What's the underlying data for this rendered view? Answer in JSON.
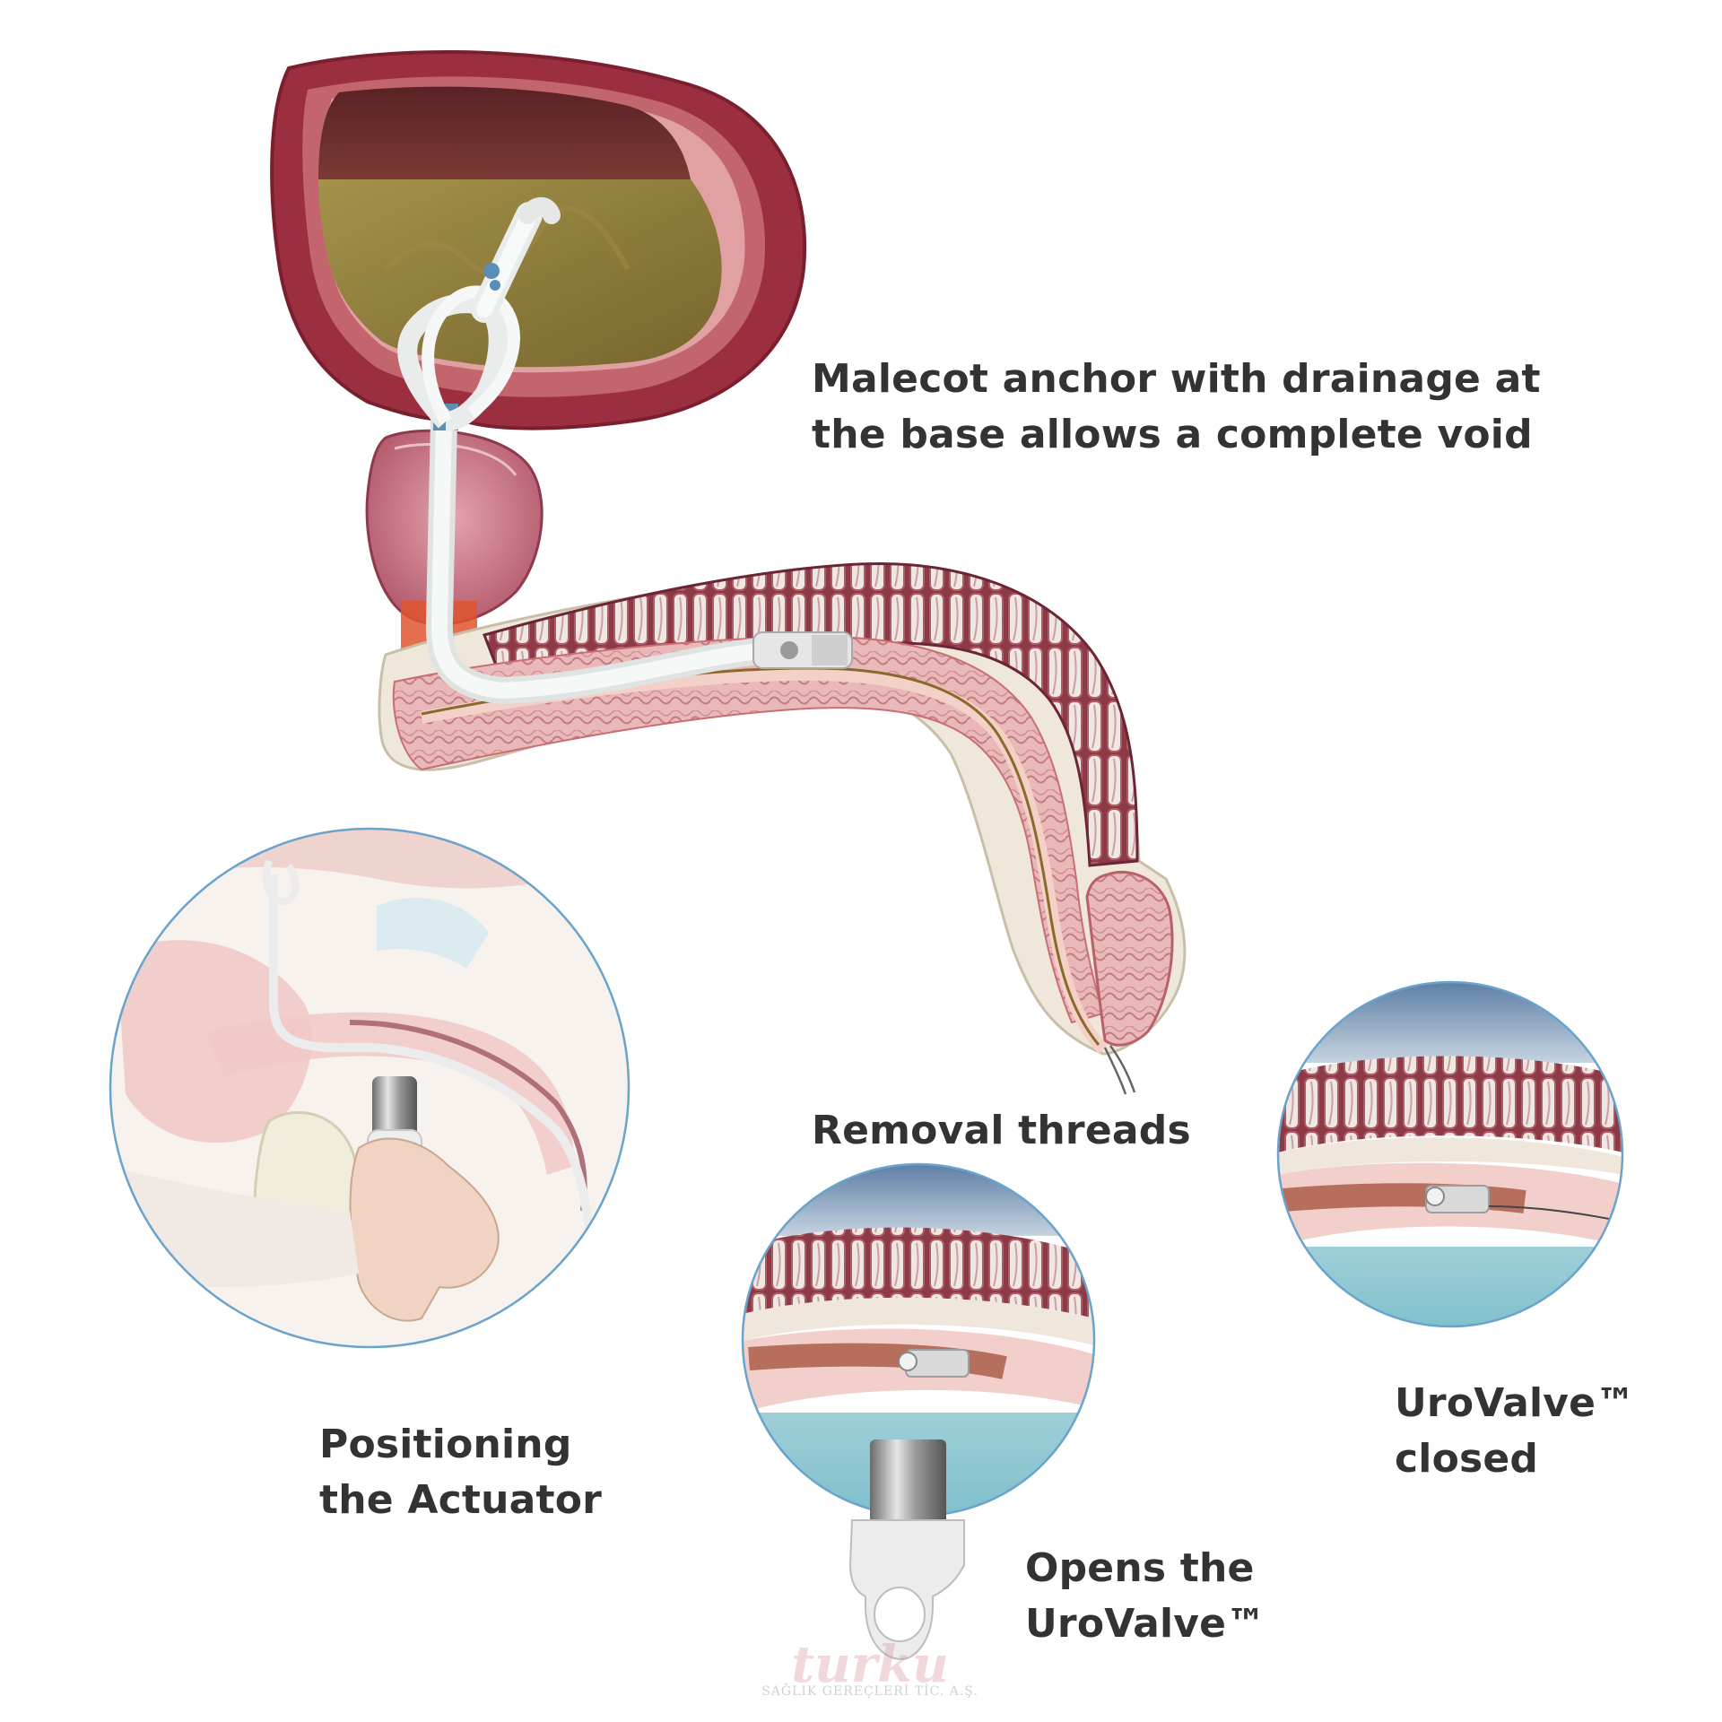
{
  "labels": {
    "malecot_line1": "Malecot anchor with drainage at",
    "malecot_line2": "the base allows a complete void",
    "removal": "Removal threads",
    "positioning_line1": "Positioning",
    "positioning_line2": "the Actuator",
    "opens_line1": "Opens the",
    "opens_line2": "UroValve™",
    "closed_line1": "UroValve™",
    "closed_line2": "closed"
  },
  "watermark": {
    "brand": "turku",
    "subtitle": "SAĞLIK GEREÇLERİ TİC. A.Ş."
  },
  "colors": {
    "bladder_wall": "#9c3040",
    "urine": "#8a7a3a",
    "urethra_tissue": "#e7a7a5",
    "catheter": "#f1f3f3",
    "circle_border": "#6aa3cc"
  }
}
